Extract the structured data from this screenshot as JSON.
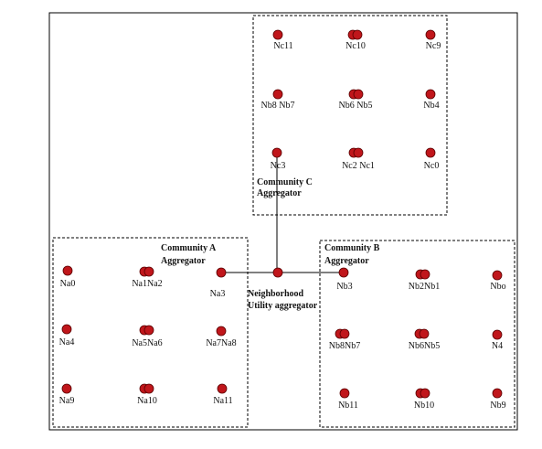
{
  "colors": {
    "node_fill": "#c0161b",
    "node_stroke": "#5a0000",
    "line": "#000000"
  },
  "labels": {
    "community_a": [
      "Community A",
      "Aggregator"
    ],
    "community_b": [
      "Community B",
      "Aggregator"
    ],
    "community_c": [
      "Community C",
      "Aggregator"
    ],
    "neighborhood": [
      "Neighborhood",
      "Utility aggregator"
    ]
  },
  "nodes": {
    "na0": "Na0",
    "na1na2": "Na1Na2",
    "na3": "Na3",
    "na4": "Na4",
    "na5na6": "Na5Na6",
    "na7na8": "Na7Na8",
    "na9": "Na9",
    "na10": "Na10",
    "na11": "Na11",
    "nb3": "Nb3",
    "nb2nb1": "Nb2Nb1",
    "nbo": "Nbo",
    "nb8nb7": "Nb8Nb7",
    "nb6nb5": "Nb6Nb5",
    "n4": "N4",
    "nb11": "Nb11",
    "nb10": "Nb10",
    "nb9": "Nb9",
    "nc11": "Nc11",
    "nc10": "Nc10",
    "nc9": "Nc9",
    "nb8_nb7_top": "Nb8 Nb7",
    "nb6_nb5_top": "Nb6 Nb5",
    "nb4": "Nb4",
    "nc3": "Nc3",
    "nc2_nc1": "Nc2 Nc1",
    "nc0": "Nc0"
  }
}
